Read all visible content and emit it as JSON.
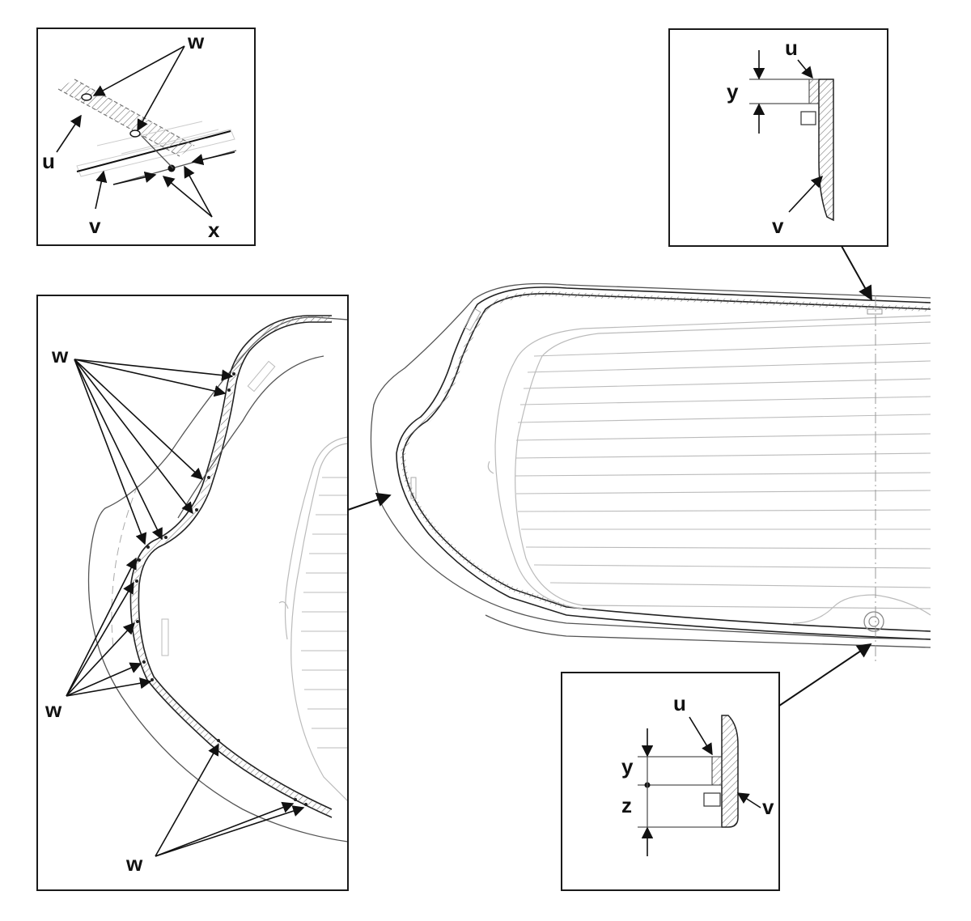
{
  "labels": {
    "w": "w",
    "u": "u",
    "v": "v",
    "x": "x",
    "y": "y",
    "z": "z"
  },
  "colors": {
    "line": "#1a1a1a",
    "faint_line": "#bbbbbb",
    "background": "#ffffff"
  }
}
